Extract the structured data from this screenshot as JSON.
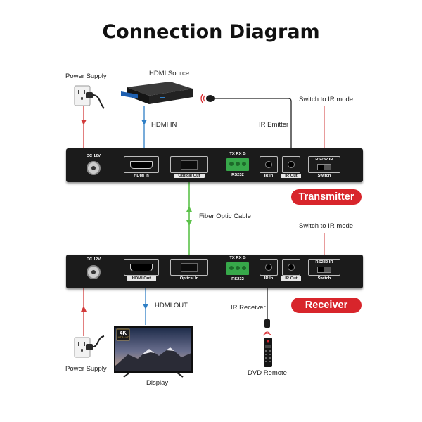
{
  "title": "Connection Diagram",
  "colors": {
    "accent": "#d8252b",
    "hdmi_line": "#2f7fc6",
    "power_line": "#d23a3a",
    "fiber_line": "#5cc24a",
    "ir_line": "#222222"
  },
  "labels": {
    "power_supply_top": "Power Supply",
    "hdmi_source": "HDMI Source",
    "hdmi_in": "HDMI IN",
    "ir_emitter": "IR Emitter",
    "switch_ir_top": "Switch to IR mode",
    "fiber_cable": "Fiber Optic Cable",
    "switch_ir_bottom": "Switch to IR mode",
    "hdmi_out": "HDMI OUT",
    "ir_receiver": "IR Receiver",
    "power_supply_bottom": "Power Supply",
    "dvd_remote": "DVD Remote",
    "display": "Display"
  },
  "transmitter": {
    "name": "Transmitter",
    "ports": {
      "dc": "DC 12V",
      "hdmi": "HDMI In",
      "optical": "Optical Out",
      "rs232_pins": "TX  RX  G",
      "rs232": "RS232",
      "ir_in": "IR In",
      "ir_out": "IR Out",
      "switch_top": "RS232    IR",
      "switch": "Switch"
    }
  },
  "receiver": {
    "name": "Receiver",
    "ports": {
      "dc": "DC 12V",
      "hdmi": "HDMI Out",
      "optical": "Optical In",
      "rs232_pins": "TX  RX  G",
      "rs232": "RS232",
      "ir_in": "IR In",
      "ir_out": "IR Out",
      "switch_top": "RS232    IR",
      "switch": "Switch"
    }
  },
  "tv_badge": {
    "top": "4K",
    "bottom": "ULTRA HD"
  },
  "icons": [
    "power-outlet-icon",
    "blu-ray-player-icon",
    "ir-emitter-icon",
    "tv-icon",
    "remote-icon",
    "ir-receiver-icon"
  ]
}
